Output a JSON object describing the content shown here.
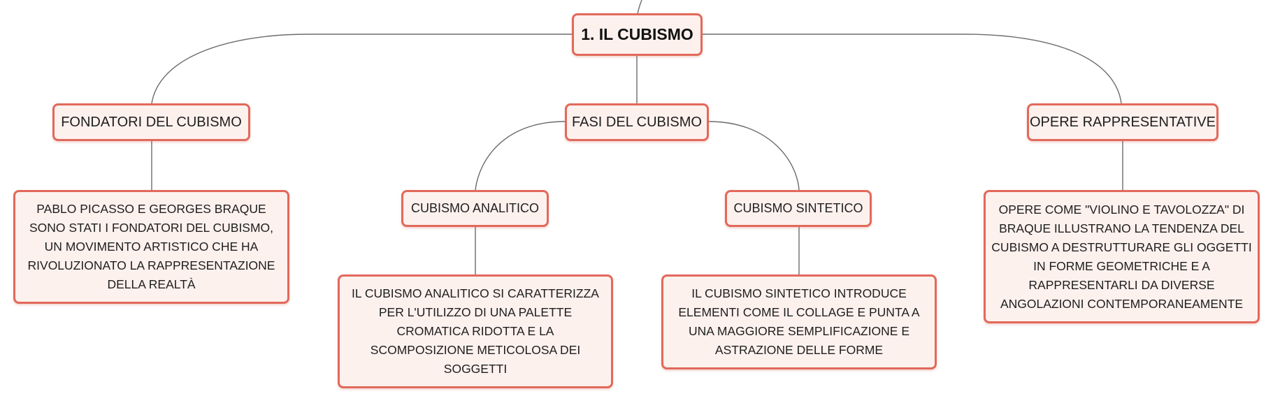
{
  "mindmap": {
    "root": {
      "label": "1. IL CUBISMO"
    },
    "branches": {
      "fondatori": {
        "label": "FONDATORI DEL CUBISMO",
        "description": "PABLO PICASSO E GEORGES BRAQUE SONO STATI I FONDATORI DEL CUBISMO, UN MOVIMENTO ARTISTICO CHE HA RIVOLUZIONATO LA RAPPRESENTAZIONE DELLA REALTÀ"
      },
      "fasi": {
        "label": "FASI DEL CUBISMO",
        "analitico": {
          "label": "CUBISMO ANALITICO",
          "description": "IL CUBISMO ANALITICO SI CARATTERIZZA PER L'UTILIZZO DI UNA PALETTE CROMATICA RIDOTTA E LA SCOMPOSIZIONE METICOLOSA DEI SOGGETTI"
        },
        "sintetico": {
          "label": "CUBISMO SINTETICO",
          "description": "IL CUBISMO SINTETICO INTRODUCE ELEMENTI COME IL COLLAGE E PUNTA A UNA MAGGIORE SEMPLIFICAZIONE E ASTRAZIONE DELLE FORME"
        }
      },
      "opere": {
        "label": "OPERE RAPPRESENTATIVE",
        "description": "OPERE COME \"VIOLINO E TAVOLOZZA\" DI BRAQUE ILLUSTRANO LA TENDENZA DEL CUBISMO A DESTRUTTURARE GLI OGGETTI IN FORME GEOMETRICHE E A RAPPRESENTARLI DA DIVERSE ANGOLAZIONI CONTEMPORANEAMENTE"
      }
    },
    "colors": {
      "node_border": "#e2695a",
      "node_fill": "#fdf1ee",
      "connector": "#6b6b6b",
      "text": "#1e1e1e"
    }
  }
}
